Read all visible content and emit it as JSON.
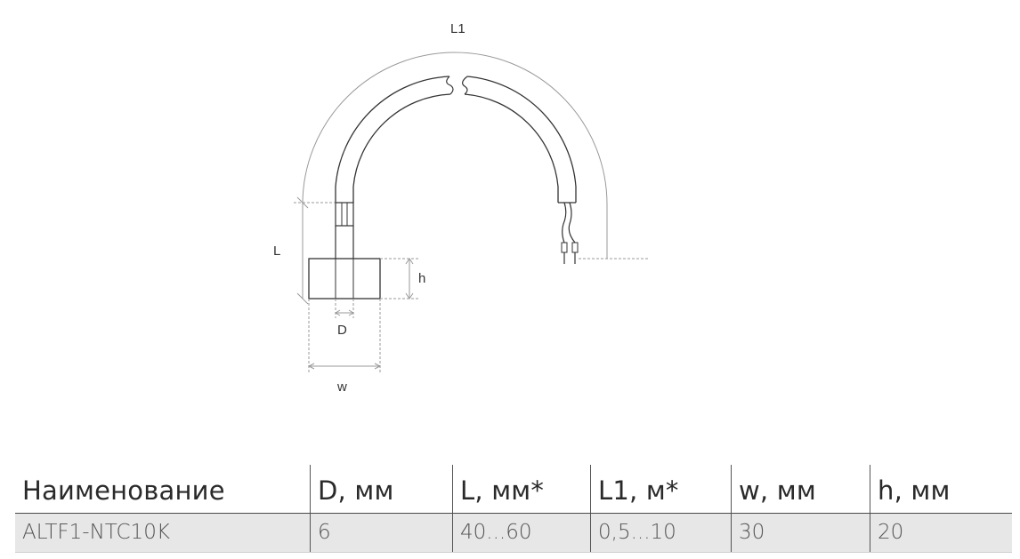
{
  "diagram": {
    "labels": {
      "l1": "L1",
      "l": "L",
      "h": "h",
      "d": "D",
      "w": "w"
    }
  },
  "table": {
    "headers": [
      "Наименование",
      "D, мм",
      "L, мм*",
      "L1, м*",
      "w, мм",
      "h, мм"
    ],
    "rows": [
      [
        "ALTF1-NTC10K",
        "6",
        "40...60",
        "0,5...10",
        "30",
        "20"
      ]
    ]
  },
  "colors": {
    "line": "#333333",
    "dim_line": "#9a9a9a",
    "row_bg": "#e7e7e7"
  }
}
